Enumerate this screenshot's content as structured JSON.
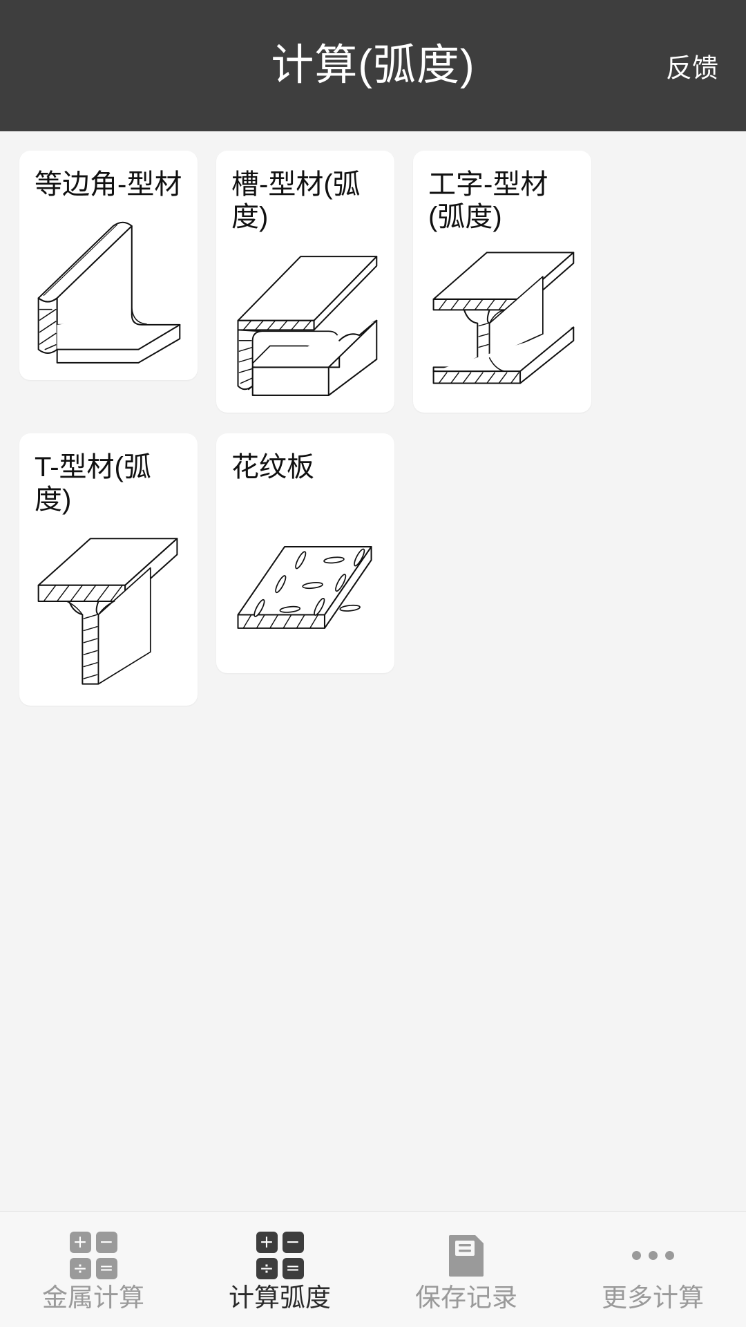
{
  "header": {
    "title": "计算(弧度)",
    "action_label": "反馈",
    "bg_color": "#3e3e3e",
    "text_color": "#ffffff"
  },
  "page": {
    "background_color": "#f4f4f4",
    "card_background": "#ffffff"
  },
  "cards": [
    {
      "title": "等边角-型材",
      "figure": "equal-angle-profile-drawing"
    },
    {
      "title": "槽-型材(弧度)",
      "figure": "channel-profile-drawing"
    },
    {
      "title": "工字-型材(弧度)",
      "figure": "i-beam-profile-drawing"
    },
    {
      "title": "T-型材(弧度)",
      "figure": "t-beam-profile-drawing"
    },
    {
      "title": "花纹板",
      "figure": "checkered-plate-drawing"
    }
  ],
  "bottom_nav": {
    "active_index": 1,
    "active_color": "#2b2b2b",
    "inactive_color": "#9a9a9a",
    "items": [
      {
        "label": "金属计算",
        "icon": "calculator-icon",
        "glyphs": [
          "+",
          "−",
          "÷",
          "="
        ]
      },
      {
        "label": "计算弧度",
        "icon": "calculator-icon",
        "glyphs": [
          "+",
          "−",
          "÷",
          "="
        ]
      },
      {
        "label": "保存记录",
        "icon": "save-document-icon"
      },
      {
        "label": "更多计算",
        "icon": "more-dots-icon"
      }
    ]
  }
}
